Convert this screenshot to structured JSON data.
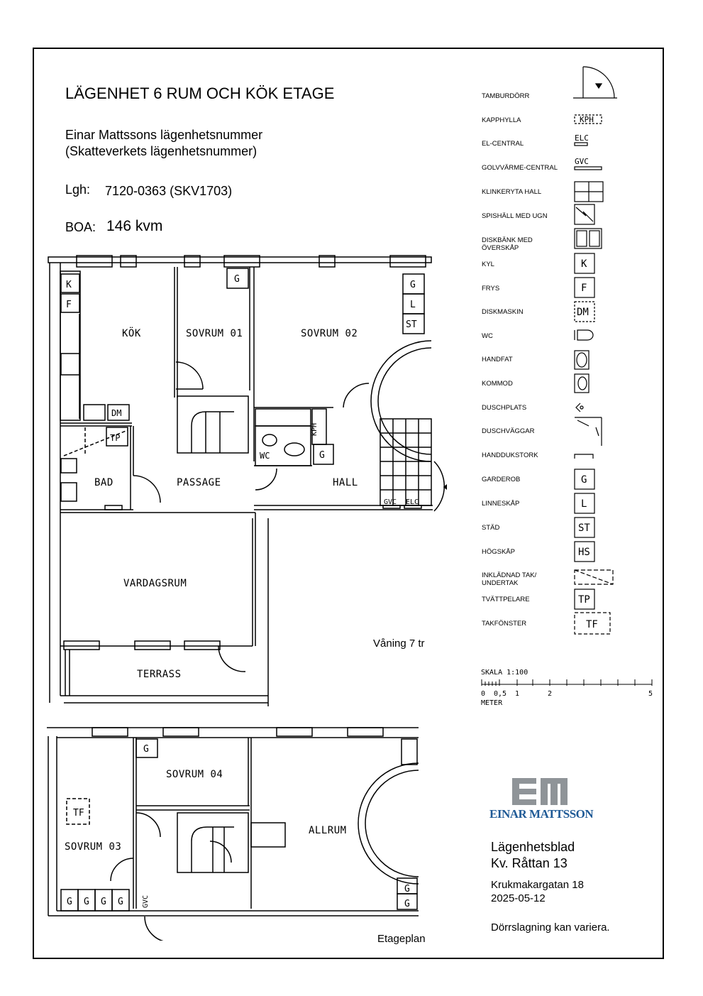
{
  "header": {
    "title": "LÄGENHET 6 RUM OCH KÖK ETAGE",
    "subtitle_line1": "Einar Mattssons lägenhetsnummer",
    "subtitle_line2": "(Skatteverkets lägenhetsnummer)",
    "lgh_label": "Lgh:",
    "lgh_value": "7120-0363 (SKV1703)",
    "boa_label": "BOA:",
    "boa_value": "146 kvm"
  },
  "legend": [
    {
      "label": "TAMBURDÖRR",
      "symbol": "door-icon"
    },
    {
      "label": "KAPPHYLLA",
      "symbol": "KPH"
    },
    {
      "label": "EL-CENTRAL",
      "symbol": "ELC"
    },
    {
      "label": "GOLVVÄRME-CENTRAL",
      "symbol": "GVC"
    },
    {
      "label": "KLINKERYTA HALL",
      "symbol": "tile-icon"
    },
    {
      "label": "SPISHÄLL MED UGN",
      "symbol": "stove-icon"
    },
    {
      "label": "DISKBÄNK MED\nÖVERSKÅP",
      "symbol": "sink-icon"
    },
    {
      "label": "KYL",
      "symbol": "K"
    },
    {
      "label": "FRYS",
      "symbol": "F"
    },
    {
      "label": "DISKMASKIN",
      "symbol": "DM"
    },
    {
      "label": "WC",
      "symbol": "wc-icon"
    },
    {
      "label": "HANDFAT",
      "symbol": "basin-icon"
    },
    {
      "label": "KOMMOD",
      "symbol": "cabinet-basin-icon"
    },
    {
      "label": "DUSCHPLATS",
      "symbol": "shower-icon"
    },
    {
      "label": "DUSCHVÄGGAR",
      "symbol": "shower-wall-icon"
    },
    {
      "label": "HANDDUKSTORK",
      "symbol": "towel-dryer-icon"
    },
    {
      "label": "GARDEROB",
      "symbol": "G"
    },
    {
      "label": "LINNESKÅP",
      "symbol": "L"
    },
    {
      "label": "STÄD",
      "symbol": "ST"
    },
    {
      "label": "HÖGSKÅP",
      "symbol": "HS"
    },
    {
      "label": "INKLÄDNAD TAK/\nUNDERTAK",
      "symbol": "ceiling-icon"
    },
    {
      "label": "TVÄTTPELARE",
      "symbol": "TP"
    },
    {
      "label": "TAKFÖNSTER",
      "symbol": "TF"
    }
  ],
  "scale": {
    "title": "SKALA 1:100",
    "ticks": [
      "0",
      "0,5",
      "1",
      "2",
      "5"
    ],
    "unit": "METER"
  },
  "plan_upper": {
    "rooms": [
      "KÖK",
      "SOVRUM 01",
      "SOVRUM 02",
      "BAD",
      "PASSAGE",
      "HALL",
      "VARDAGSRUM",
      "TERRASS",
      "WC"
    ],
    "fixtures": [
      "K",
      "F",
      "G",
      "G",
      "L",
      "ST",
      "DM",
      "TP",
      "KPH",
      "G",
      "GVC",
      "ELC"
    ],
    "floor_label": "Våning 7 tr"
  },
  "plan_lower": {
    "rooms": [
      "SOVRUM 04",
      "SOVRUM 03",
      "ALLRUM"
    ],
    "fixtures": [
      "G",
      "TF",
      "G",
      "G",
      "G",
      "G",
      "GVC",
      "G",
      "G"
    ],
    "floor_label": "Etageplan"
  },
  "logo": {
    "initials": "EM",
    "name": "EINAR MATTSSON",
    "color": "#1f5a96",
    "gray": "#8f9498"
  },
  "footer": {
    "line1": "Lägenhetsblad",
    "line2": "Kv. Råttan 13",
    "address": "Krukmakargatan 18",
    "date": "2025-05-12",
    "note": "Dörrslagning kan variera."
  }
}
